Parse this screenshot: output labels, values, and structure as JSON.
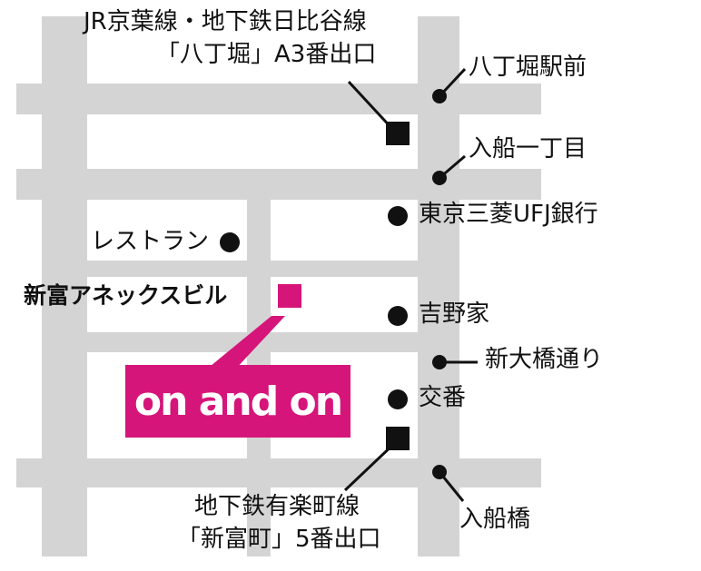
{
  "colors": {
    "road": "#d4d4d4",
    "accent": "#d6157a",
    "marker": "#111111",
    "line": "#111111"
  },
  "exits": {
    "a3_line1": "JR京葉線・地下鉄日比谷線",
    "a3_line2": "「八丁堀」A3番出口",
    "exit5_line1": "地下鉄有楽町線",
    "exit5_line2": "「新富町」5番出口"
  },
  "landmarks": {
    "hatchobori_station": "八丁堀駅前",
    "irifune_itchome": "入船一丁目",
    "mufg_bank": "東京三菱UFJ銀行",
    "yoshinoya": "吉野家",
    "shin_ohashi_dori": "新大橋通り",
    "koban": "交番",
    "irifunebashi": "入船橋",
    "restaurant": "レストラン",
    "building": "新富アネックスビル"
  },
  "callout": {
    "name": "on and on"
  }
}
